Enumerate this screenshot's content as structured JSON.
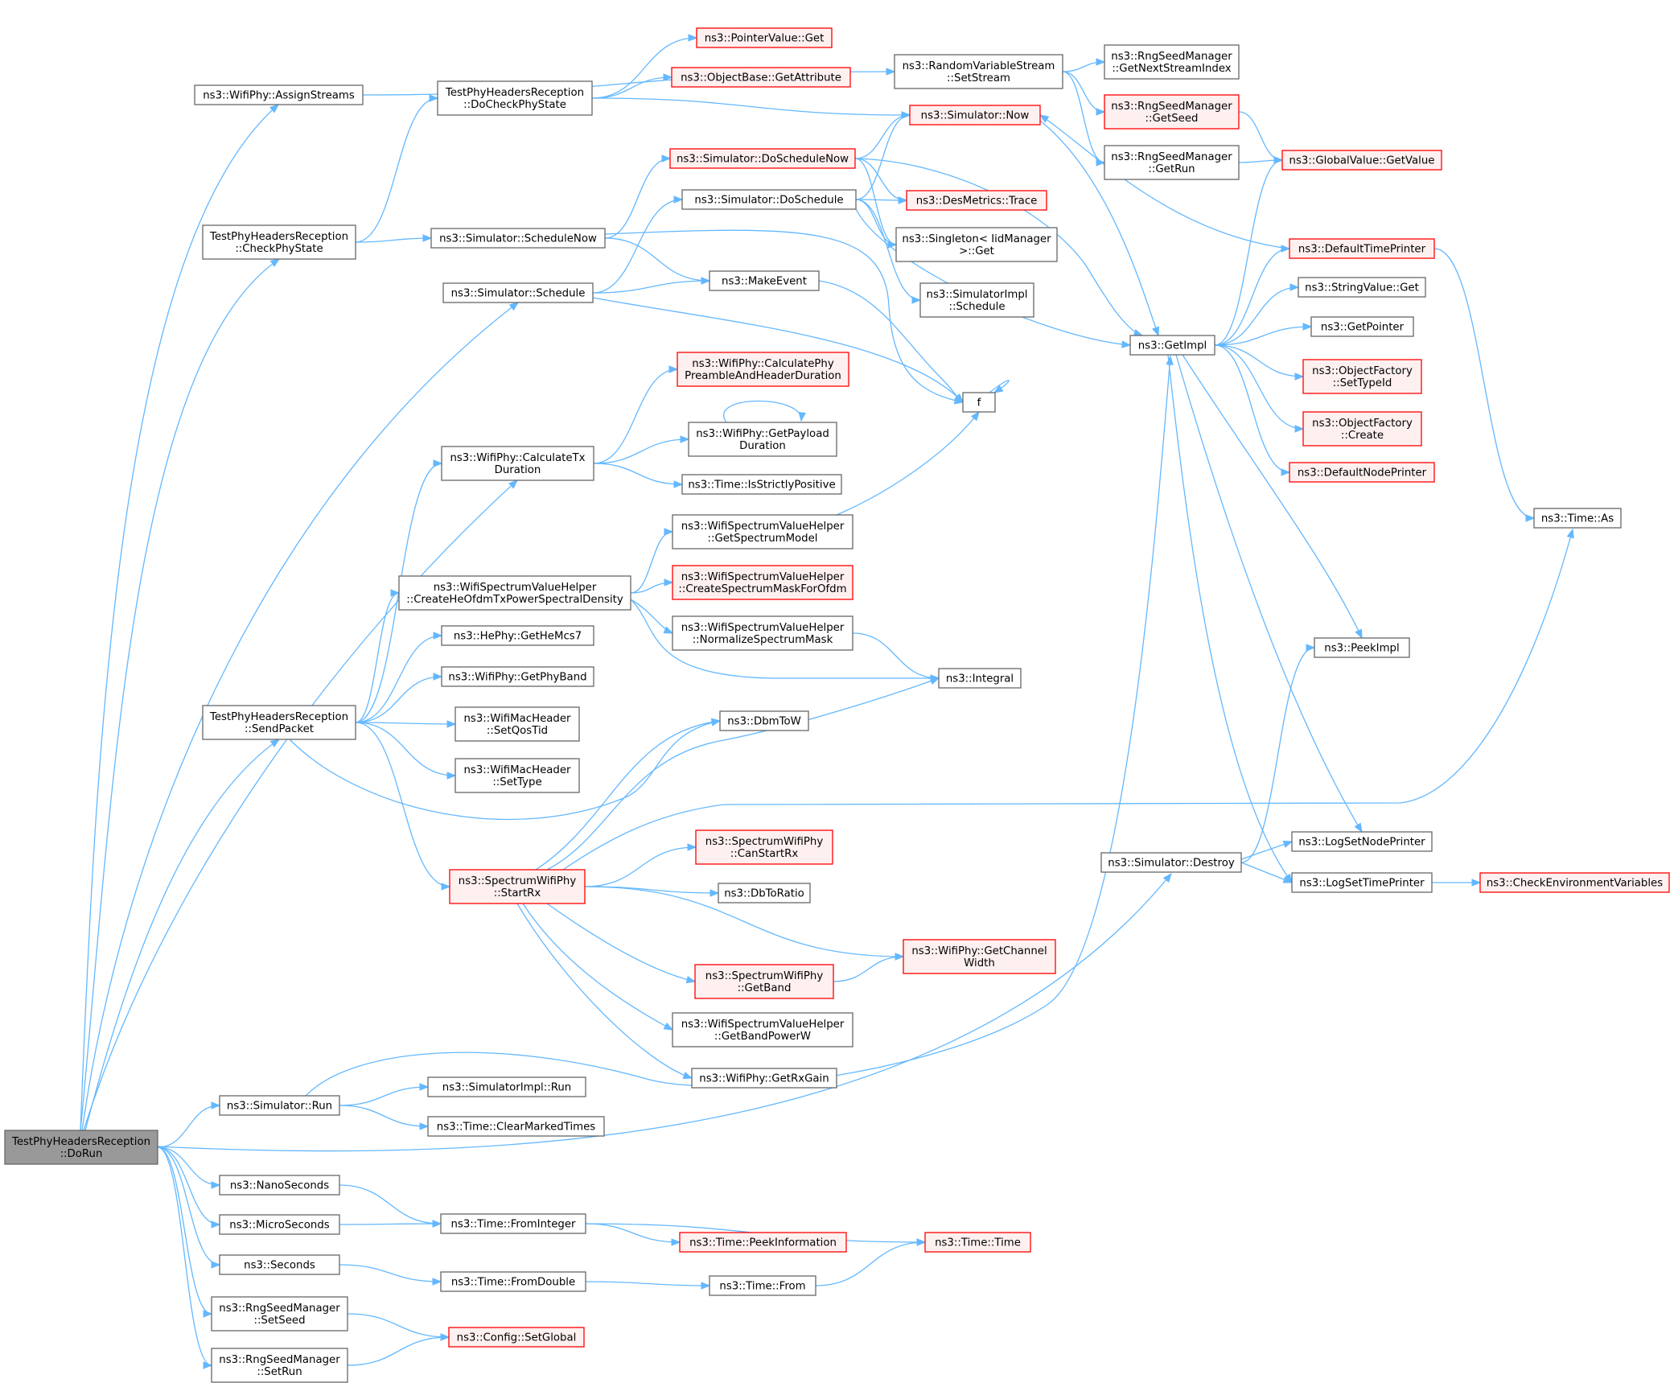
{
  "diagram": {
    "type": "call-graph",
    "colors": {
      "edge": "#63b8ff",
      "node_border": "#666666",
      "node_fill": "#ffffff",
      "truncated_border": "#ff0000",
      "truncated_fill": "#fff0f0",
      "root_fill": "#999999"
    },
    "nodes": [
      {
        "id": "dorun",
        "lines": [
          "TestPhyHeadersReception",
          "::DoRun"
        ],
        "style": "root"
      },
      {
        "id": "assign",
        "lines": [
          "ns3::WifiPhy::AssignStreams"
        ],
        "style": "normal"
      },
      {
        "id": "checkphy",
        "lines": [
          "TestPhyHeadersReception",
          "::CheckPhyState"
        ],
        "style": "normal"
      },
      {
        "id": "docheck",
        "lines": [
          "TestPhyHeadersReception",
          "::DoCheckPhyState"
        ],
        "style": "normal"
      },
      {
        "id": "ptrget",
        "lines": [
          "ns3::PointerValue::Get"
        ],
        "style": "truncated"
      },
      {
        "id": "getattr",
        "lines": [
          "ns3::ObjectBase::GetAttribute"
        ],
        "style": "truncated"
      },
      {
        "id": "setstream",
        "lines": [
          "ns3::RandomVariableStream",
          "::SetStream"
        ],
        "style": "normal"
      },
      {
        "id": "nextstream",
        "lines": [
          "ns3::RngSeedManager",
          "::GetNextStreamIndex"
        ],
        "style": "normal"
      },
      {
        "id": "getseed",
        "lines": [
          "ns3::RngSeedManager",
          "::GetSeed"
        ],
        "style": "truncated"
      },
      {
        "id": "getrun",
        "lines": [
          "ns3::RngSeedManager",
          "::GetRun"
        ],
        "style": "normal"
      },
      {
        "id": "gvget",
        "lines": [
          "ns3::GlobalValue::GetValue"
        ],
        "style": "truncated"
      },
      {
        "id": "now",
        "lines": [
          "ns3::Simulator::Now"
        ],
        "style": "truncated"
      },
      {
        "id": "doschednow",
        "lines": [
          "ns3::Simulator::DoScheduleNow"
        ],
        "style": "truncated"
      },
      {
        "id": "dosched",
        "lines": [
          "ns3::Simulator::DoSchedule"
        ],
        "style": "normal"
      },
      {
        "id": "trace",
        "lines": [
          "ns3::DesMetrics::Trace"
        ],
        "style": "truncated"
      },
      {
        "id": "singleton",
        "lines": [
          "ns3::Singleton< IidManager",
          ">::Get"
        ],
        "style": "normal"
      },
      {
        "id": "implsched",
        "lines": [
          "ns3::SimulatorImpl",
          "::Schedule"
        ],
        "style": "normal"
      },
      {
        "id": "schednow",
        "lines": [
          "ns3::Simulator::ScheduleNow"
        ],
        "style": "normal"
      },
      {
        "id": "schedule",
        "lines": [
          "ns3::Simulator::Schedule"
        ],
        "style": "normal"
      },
      {
        "id": "makeevent",
        "lines": [
          "ns3::MakeEvent"
        ],
        "style": "normal"
      },
      {
        "id": "f",
        "lines": [
          "f"
        ],
        "style": "normal"
      },
      {
        "id": "getimpl",
        "lines": [
          "ns3::GetImpl"
        ],
        "style": "normal"
      },
      {
        "id": "deftime",
        "lines": [
          "ns3::DefaultTimePrinter"
        ],
        "style": "truncated"
      },
      {
        "id": "strget",
        "lines": [
          "ns3::StringValue::Get"
        ],
        "style": "normal"
      },
      {
        "id": "getptr",
        "lines": [
          "ns3::GetPointer"
        ],
        "style": "normal"
      },
      {
        "id": "settypeid",
        "lines": [
          "ns3::ObjectFactory",
          "::SetTypeId"
        ],
        "style": "truncated"
      },
      {
        "id": "ofcreate",
        "lines": [
          "ns3::ObjectFactory",
          "::Create"
        ],
        "style": "truncated"
      },
      {
        "id": "defnode",
        "lines": [
          "ns3::DefaultNodePrinter"
        ],
        "style": "truncated"
      },
      {
        "id": "timeas",
        "lines": [
          "ns3::Time::As"
        ],
        "style": "normal"
      },
      {
        "id": "calcpre",
        "lines": [
          "ns3::WifiPhy::CalculatePhy",
          "PreambleAndHeaderDuration"
        ],
        "style": "truncated"
      },
      {
        "id": "calctx",
        "lines": [
          "ns3::WifiPhy::CalculateTx",
          "Duration"
        ],
        "style": "normal"
      },
      {
        "id": "payload",
        "lines": [
          "ns3::WifiPhy::GetPayload",
          "Duration"
        ],
        "style": "normal"
      },
      {
        "id": "strictpos",
        "lines": [
          "ns3::Time::IsStrictlyPositive"
        ],
        "style": "normal"
      },
      {
        "id": "getspecmodel",
        "lines": [
          "ns3::WifiSpectrumValueHelper",
          "::GetSpectrumModel"
        ],
        "style": "normal"
      },
      {
        "id": "createhe",
        "lines": [
          "ns3::WifiSpectrumValueHelper",
          "::CreateHeOfdmTxPowerSpectralDensity"
        ],
        "style": "normal"
      },
      {
        "id": "createmask",
        "lines": [
          "ns3::WifiSpectrumValueHelper",
          "::CreateSpectrumMaskForOfdm"
        ],
        "style": "truncated"
      },
      {
        "id": "normmask",
        "lines": [
          "ns3::WifiSpectrumValueHelper",
          "::NormalizeSpectrumMask"
        ],
        "style": "normal"
      },
      {
        "id": "integral",
        "lines": [
          "ns3::Integral"
        ],
        "style": "normal"
      },
      {
        "id": "hemcs7",
        "lines": [
          "ns3::HePhy::GetHeMcs7"
        ],
        "style": "normal"
      },
      {
        "id": "phyband",
        "lines": [
          "ns3::WifiPhy::GetPhyBand"
        ],
        "style": "normal"
      },
      {
        "id": "sendpkt",
        "lines": [
          "TestPhyHeadersReception",
          "::SendPacket"
        ],
        "style": "normal"
      },
      {
        "id": "qostid",
        "lines": [
          "ns3::WifiMacHeader",
          "::SetQosTid"
        ],
        "style": "normal"
      },
      {
        "id": "settype",
        "lines": [
          "ns3::WifiMacHeader",
          "::SetType"
        ],
        "style": "normal"
      },
      {
        "id": "dbmtow",
        "lines": [
          "ns3::DbmToW"
        ],
        "style": "normal"
      },
      {
        "id": "peekimpl",
        "lines": [
          "ns3::PeekImpl"
        ],
        "style": "normal"
      },
      {
        "id": "canstart",
        "lines": [
          "ns3::SpectrumWifiPhy",
          "::CanStartRx"
        ],
        "style": "truncated"
      },
      {
        "id": "startrx",
        "lines": [
          "ns3::SpectrumWifiPhy",
          "::StartRx"
        ],
        "style": "truncated"
      },
      {
        "id": "dbtoratio",
        "lines": [
          "ns3::DbToRatio"
        ],
        "style": "normal"
      },
      {
        "id": "lognode",
        "lines": [
          "ns3::LogSetNodePrinter"
        ],
        "style": "normal"
      },
      {
        "id": "destroy",
        "lines": [
          "ns3::Simulator::Destroy"
        ],
        "style": "normal"
      },
      {
        "id": "logtime",
        "lines": [
          "ns3::LogSetTimePrinter"
        ],
        "style": "normal"
      },
      {
        "id": "checkenv",
        "lines": [
          "ns3::CheckEnvironmentVariables"
        ],
        "style": "truncated"
      },
      {
        "id": "chanwidth",
        "lines": [
          "ns3::WifiPhy::GetChannel",
          "Width"
        ],
        "style": "truncated"
      },
      {
        "id": "getband",
        "lines": [
          "ns3::SpectrumWifiPhy",
          "::GetBand"
        ],
        "style": "truncated"
      },
      {
        "id": "bandpower",
        "lines": [
          "ns3::WifiSpectrumValueHelper",
          "::GetBandPowerW"
        ],
        "style": "normal"
      },
      {
        "id": "rxgain",
        "lines": [
          "ns3::WifiPhy::GetRxGain"
        ],
        "style": "normal"
      },
      {
        "id": "simrun",
        "lines": [
          "ns3::Simulator::Run"
        ],
        "style": "normal"
      },
      {
        "id": "implrun",
        "lines": [
          "ns3::SimulatorImpl::Run"
        ],
        "style": "normal"
      },
      {
        "id": "clearmarked",
        "lines": [
          "ns3::Time::ClearMarkedTimes"
        ],
        "style": "normal"
      },
      {
        "id": "nanosec",
        "lines": [
          "ns3::NanoSeconds"
        ],
        "style": "normal"
      },
      {
        "id": "fromint",
        "lines": [
          "ns3::Time::FromInteger"
        ],
        "style": "normal"
      },
      {
        "id": "microsec",
        "lines": [
          "ns3::MicroSeconds"
        ],
        "style": "normal"
      },
      {
        "id": "peekinfo",
        "lines": [
          "ns3::Time::PeekInformation"
        ],
        "style": "truncated"
      },
      {
        "id": "timetime",
        "lines": [
          "ns3::Time::Time"
        ],
        "style": "truncated"
      },
      {
        "id": "seconds",
        "lines": [
          "ns3::Seconds"
        ],
        "style": "normal"
      },
      {
        "id": "fromdouble",
        "lines": [
          "ns3::Time::FromDouble"
        ],
        "style": "normal"
      },
      {
        "id": "timefrom",
        "lines": [
          "ns3::Time::From"
        ],
        "style": "normal"
      },
      {
        "id": "setseed",
        "lines": [
          "ns3::RngSeedManager",
          "::SetSeed"
        ],
        "style": "normal"
      },
      {
        "id": "setglobal",
        "lines": [
          "ns3::Config::SetGlobal"
        ],
        "style": "truncated"
      },
      {
        "id": "setrun",
        "lines": [
          "ns3::RngSeedManager",
          "::SetRun"
        ],
        "style": "normal"
      }
    ],
    "edges": [
      [
        "dorun",
        "assign"
      ],
      [
        "dorun",
        "checkphy"
      ],
      [
        "dorun",
        "schedule"
      ],
      [
        "dorun",
        "calctx"
      ],
      [
        "dorun",
        "sendpkt"
      ],
      [
        "dorun",
        "simrun"
      ],
      [
        "dorun",
        "destroy"
      ],
      [
        "dorun",
        "nanosec"
      ],
      [
        "dorun",
        "microsec"
      ],
      [
        "dorun",
        "seconds"
      ],
      [
        "dorun",
        "setseed"
      ],
      [
        "dorun",
        "setrun"
      ],
      [
        "assign",
        "setstream"
      ],
      [
        "checkphy",
        "docheck"
      ],
      [
        "checkphy",
        "schednow"
      ],
      [
        "docheck",
        "ptrget"
      ],
      [
        "docheck",
        "getattr"
      ],
      [
        "docheck",
        "now"
      ],
      [
        "setstream",
        "nextstream"
      ],
      [
        "setstream",
        "getseed"
      ],
      [
        "setstream",
        "getrun"
      ],
      [
        "getseed",
        "gvget"
      ],
      [
        "getrun",
        "gvget"
      ],
      [
        "now",
        "getimpl"
      ],
      [
        "doschednow",
        "now"
      ],
      [
        "doschednow",
        "trace"
      ],
      [
        "doschednow",
        "singleton"
      ],
      [
        "doschednow",
        "getimpl"
      ],
      [
        "dosched",
        "now"
      ],
      [
        "dosched",
        "trace"
      ],
      [
        "dosched",
        "singleton"
      ],
      [
        "dosched",
        "implsched"
      ],
      [
        "dosched",
        "getimpl"
      ],
      [
        "schednow",
        "doschednow"
      ],
      [
        "schednow",
        "makeevent"
      ],
      [
        "schednow",
        "f"
      ],
      [
        "schedule",
        "dosched"
      ],
      [
        "schedule",
        "makeevent"
      ],
      [
        "schedule",
        "f"
      ],
      [
        "makeevent",
        "f"
      ],
      [
        "f",
        "f"
      ],
      [
        "getimpl",
        "gvget"
      ],
      [
        "getimpl",
        "deftime"
      ],
      [
        "getimpl",
        "strget"
      ],
      [
        "getimpl",
        "getptr"
      ],
      [
        "getimpl",
        "settypeid"
      ],
      [
        "getimpl",
        "ofcreate"
      ],
      [
        "getimpl",
        "defnode"
      ],
      [
        "getimpl",
        "peekimpl"
      ],
      [
        "getimpl",
        "lognode"
      ],
      [
        "getimpl",
        "logtime"
      ],
      [
        "deftime",
        "now"
      ],
      [
        "deftime",
        "timeas"
      ],
      [
        "calctx",
        "calcpre"
      ],
      [
        "calctx",
        "payload"
      ],
      [
        "calctx",
        "strictpos"
      ],
      [
        "payload",
        "payload"
      ],
      [
        "getspecmodel",
        "f"
      ],
      [
        "createhe",
        "getspecmodel"
      ],
      [
        "createhe",
        "createmask"
      ],
      [
        "createhe",
        "normmask"
      ],
      [
        "createhe",
        "integral"
      ],
      [
        "normmask",
        "integral"
      ],
      [
        "sendpkt",
        "calctx"
      ],
      [
        "sendpkt",
        "createhe"
      ],
      [
        "sendpkt",
        "hemcs7"
      ],
      [
        "sendpkt",
        "phyband"
      ],
      [
        "sendpkt",
        "qostid"
      ],
      [
        "sendpkt",
        "settype"
      ],
      [
        "sendpkt",
        "dbmtow"
      ],
      [
        "sendpkt",
        "startrx"
      ],
      [
        "startrx",
        "timeas"
      ],
      [
        "startrx",
        "dbmtow"
      ],
      [
        "startrx",
        "integral"
      ],
      [
        "startrx",
        "canstart"
      ],
      [
        "startrx",
        "dbtoratio"
      ],
      [
        "startrx",
        "chanwidth"
      ],
      [
        "startrx",
        "getband"
      ],
      [
        "startrx",
        "bandpower"
      ],
      [
        "startrx",
        "rxgain"
      ],
      [
        "getband",
        "chanwidth"
      ],
      [
        "destroy",
        "peekimpl"
      ],
      [
        "destroy",
        "lognode"
      ],
      [
        "destroy",
        "logtime"
      ],
      [
        "logtime",
        "checkenv"
      ],
      [
        "simrun",
        "getimpl"
      ],
      [
        "simrun",
        "implrun"
      ],
      [
        "simrun",
        "clearmarked"
      ],
      [
        "nanosec",
        "fromint"
      ],
      [
        "microsec",
        "fromint"
      ],
      [
        "fromint",
        "peekinfo"
      ],
      [
        "fromint",
        "timetime"
      ],
      [
        "seconds",
        "fromdouble"
      ],
      [
        "fromdouble",
        "timefrom"
      ],
      [
        "timefrom",
        "timetime"
      ],
      [
        "setseed",
        "setglobal"
      ],
      [
        "setrun",
        "setglobal"
      ]
    ]
  }
}
